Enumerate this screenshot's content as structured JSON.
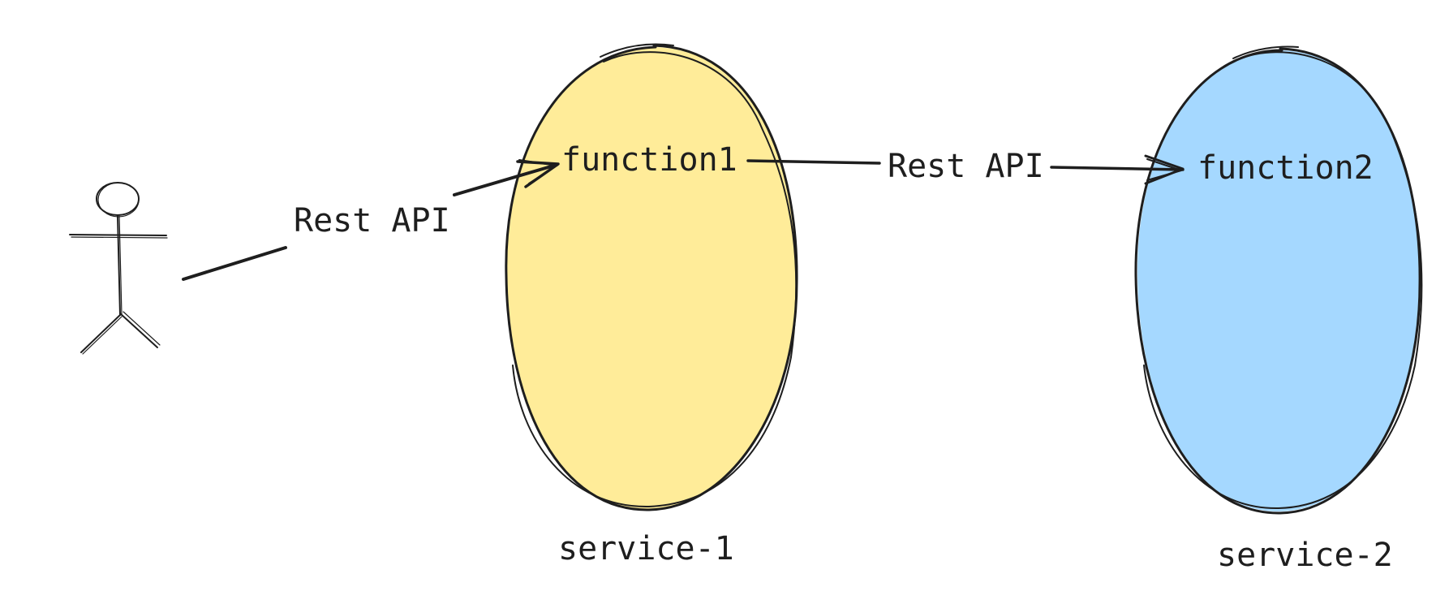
{
  "diagram": {
    "actor": {
      "icon": "stick-figure-icon"
    },
    "services": [
      {
        "id": "service-1",
        "label": "service-1",
        "function": "function1",
        "fill": "#ffec99"
      },
      {
        "id": "service-2",
        "label": "service-2",
        "function": "function2",
        "fill": "#a5d8ff"
      }
    ],
    "edges": [
      {
        "from": "actor",
        "to": "function1",
        "label": "Rest API"
      },
      {
        "from": "function1",
        "to": "function2",
        "label": "Rest API"
      }
    ],
    "stroke_color": "#1e1e1e"
  }
}
